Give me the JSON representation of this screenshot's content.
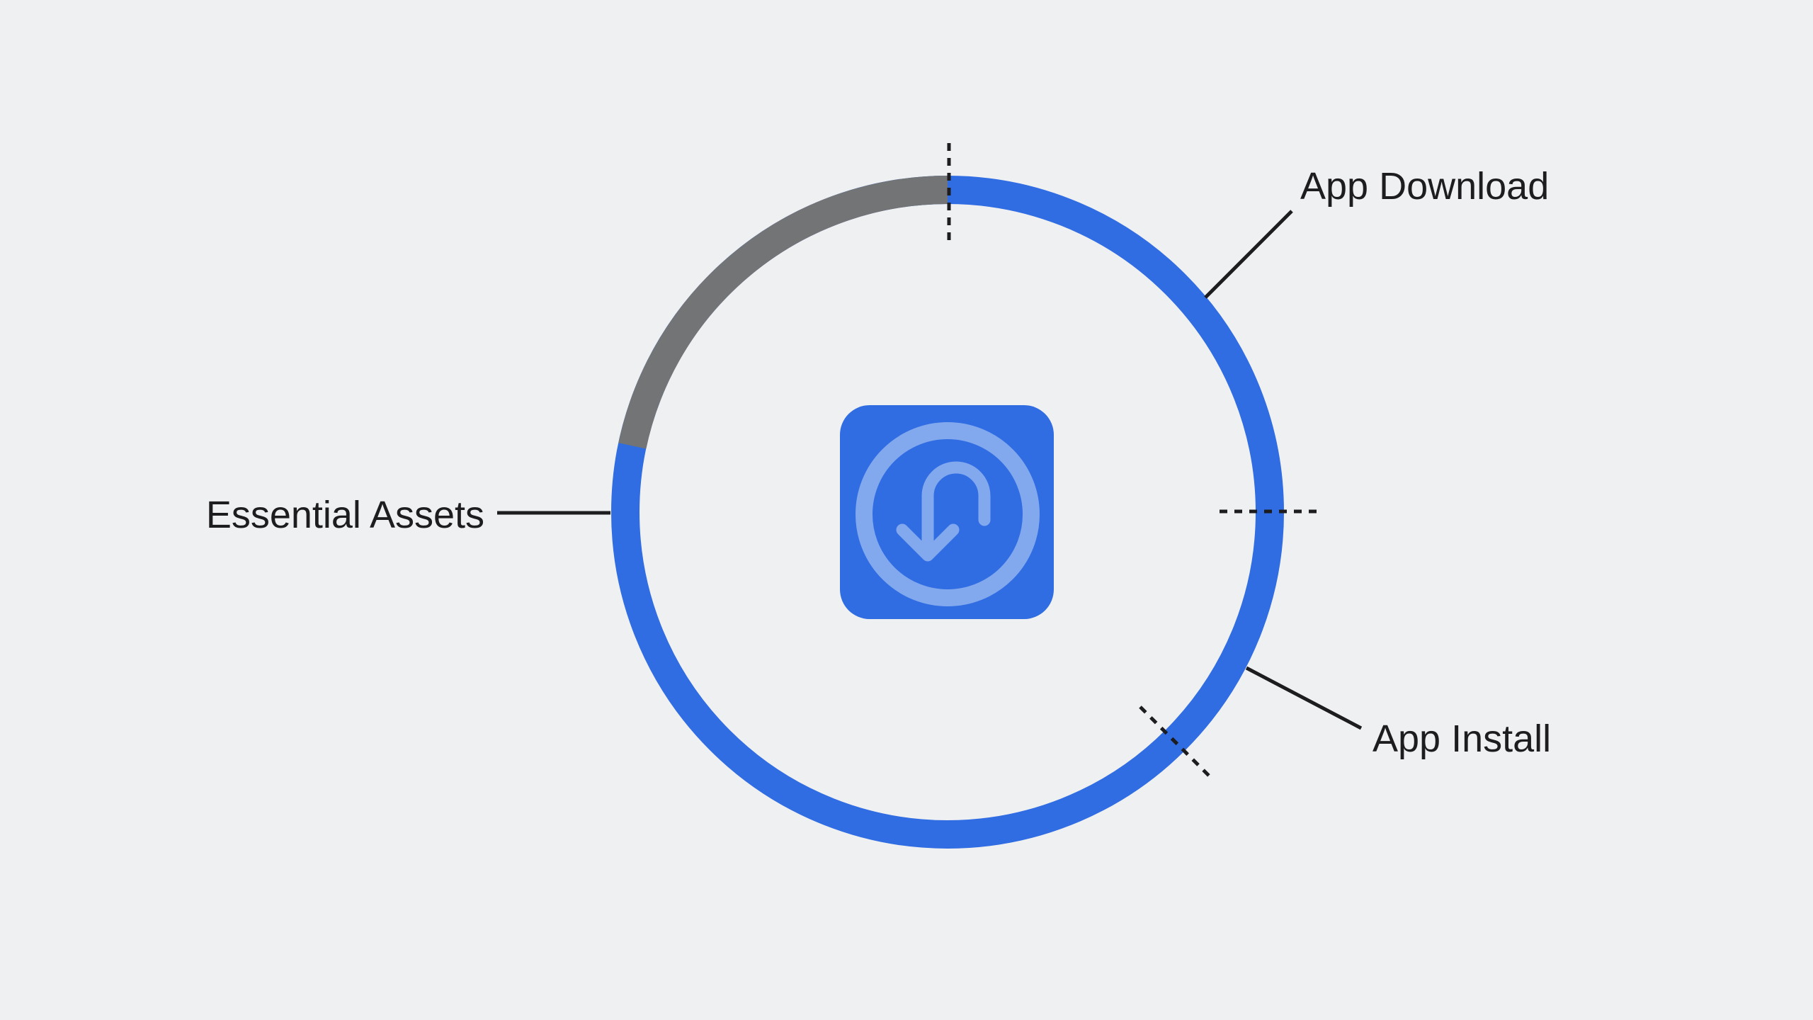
{
  "diagram": {
    "labels": {
      "app_download": "App Download",
      "essential_assets": "Essential Assets",
      "app_install": "App Install"
    },
    "icon": {
      "name": "download-progress-app-icon"
    },
    "colors": {
      "background": "#eff0f2",
      "ring_progress": "#306ce2",
      "ring_remaining": "#737476",
      "icon_background": "#306ce2",
      "icon_glyph": "#82a8ee",
      "leader_line": "#1d1d1f"
    }
  }
}
